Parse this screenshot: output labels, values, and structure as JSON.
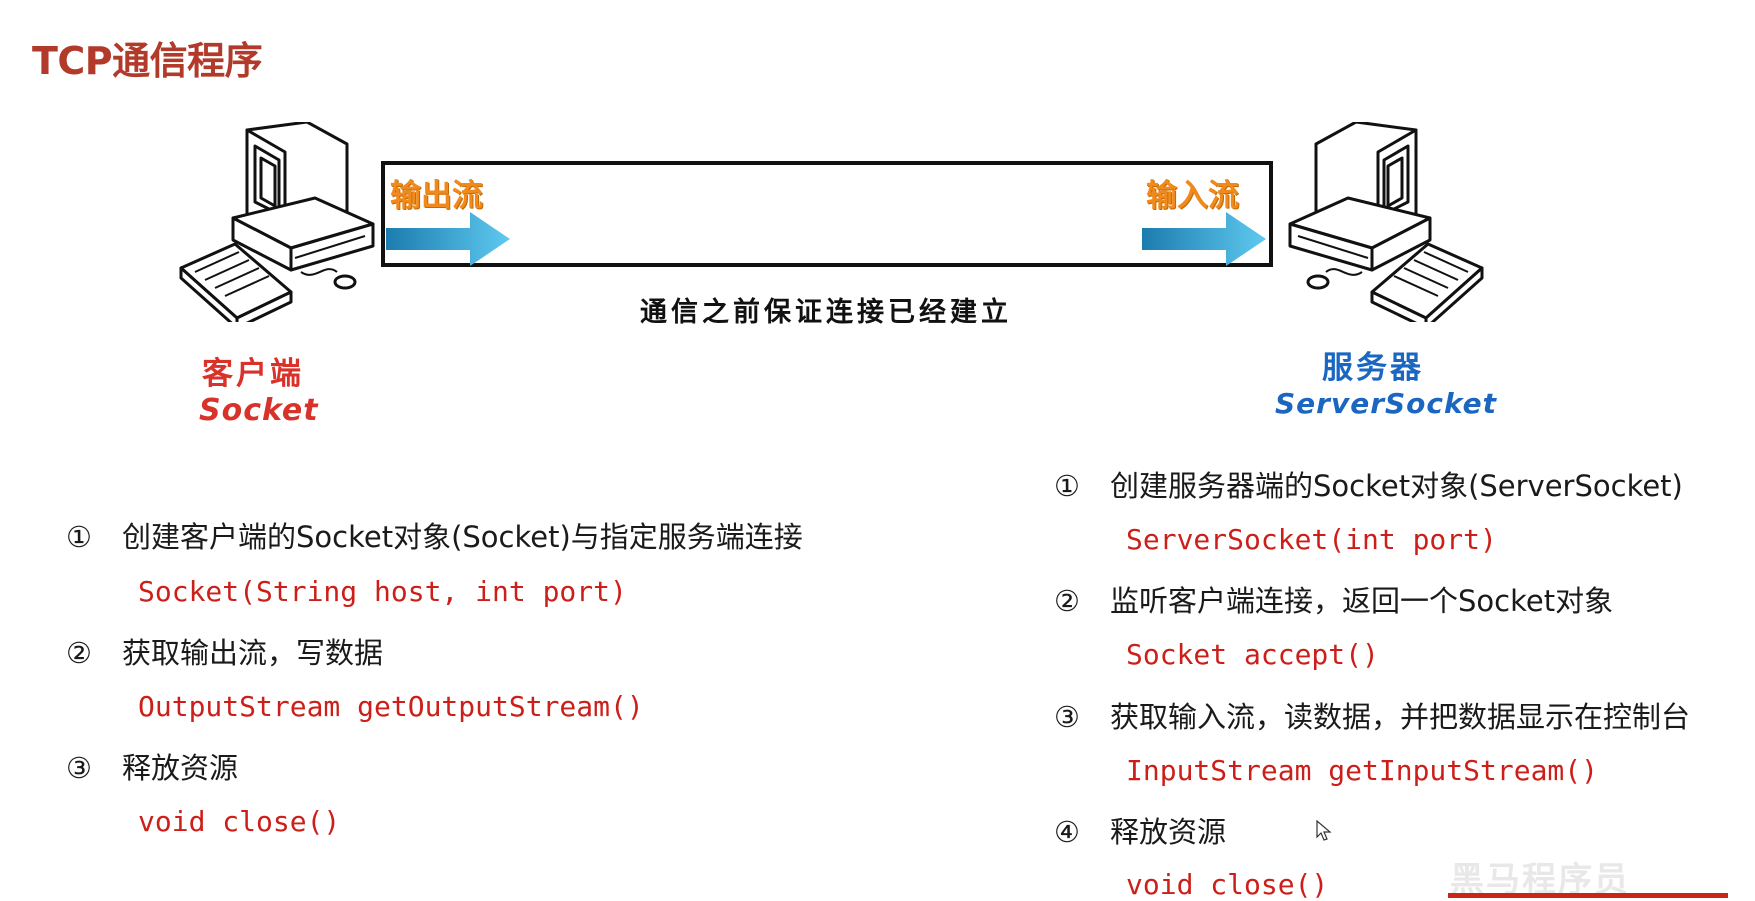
{
  "title": "TCP通信程序",
  "diagram": {
    "output_stream_label": "输出流",
    "input_stream_label": "输入流",
    "connection_note": "通信之前保证连接已经建立",
    "client": {
      "name": "客户端",
      "class": "Socket"
    },
    "server": {
      "name": "服务器",
      "class": "ServerSocket"
    }
  },
  "client_steps": [
    {
      "num": "①",
      "text": "创建客户端的Socket对象(Socket)与指定服务端连接",
      "code": "Socket(String host, int port)"
    },
    {
      "num": "②",
      "text": "获取输出流，写数据",
      "code": "OutputStream getOutputStream()"
    },
    {
      "num": "③",
      "text": "释放资源",
      "code": "void close()"
    }
  ],
  "server_steps": [
    {
      "num": "①",
      "text": "创建服务器端的Socket对象(ServerSocket)",
      "code": "ServerSocket(int port)"
    },
    {
      "num": "②",
      "text": "监听客户端连接，返回一个Socket对象",
      "code": "Socket accept()"
    },
    {
      "num": "③",
      "text": "获取输入流，读数据，并把数据显示在控制台",
      "code": "InputStream getInputStream()"
    },
    {
      "num": "④",
      "text": "释放资源",
      "code": "void close()"
    }
  ],
  "watermark": "黑马程序员",
  "colors": {
    "title": "#b23a2a",
    "client": "#d8322a",
    "server": "#1a66c0",
    "flow_label": "#f08a1c",
    "code": "#cc1f1a",
    "arrow": "#3ab0e0"
  }
}
